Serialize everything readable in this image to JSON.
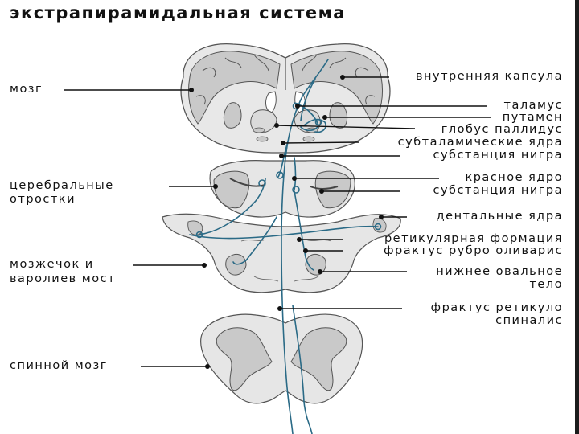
{
  "title": "экстрапирамидальная система",
  "labels_left": {
    "brain": "мозг",
    "peduncles_1": "церебральные",
    "peduncles_2": "отростки",
    "cerebellum_1": "мозжечок и",
    "cerebellum_2": "варолиев мост",
    "spinal_cord": "спинной мозг"
  },
  "labels_right": {
    "internal_capsule": "внутренняя капсула",
    "thalamus": "таламус",
    "putamen": "путамен",
    "globus_pallidus": "глобус паллидус",
    "subthalamic_nuclei": "субталамические ядра",
    "substantia_nigra_1": "субстанция нигра",
    "red_nucleus": "красное ядро",
    "substantia_nigra_2": "субстанция нигра",
    "dentate_nuclei": "дентальные ядра",
    "reticular_formation": "ретикулярная формация",
    "rubro_olivary_tract": "фрактус рубро оливарис",
    "inferior_olive_1": "нижнее овальное",
    "inferior_olive_2": "тело",
    "reticulospinal_tract_1": "фрактус ретикуло",
    "reticulospinal_tract_2": "спиналис"
  },
  "colors": {
    "pathway": "#2a6a86",
    "tissue_gray": "#c9c9c9",
    "tissue_outline": "#555555",
    "leader": "#111111"
  }
}
